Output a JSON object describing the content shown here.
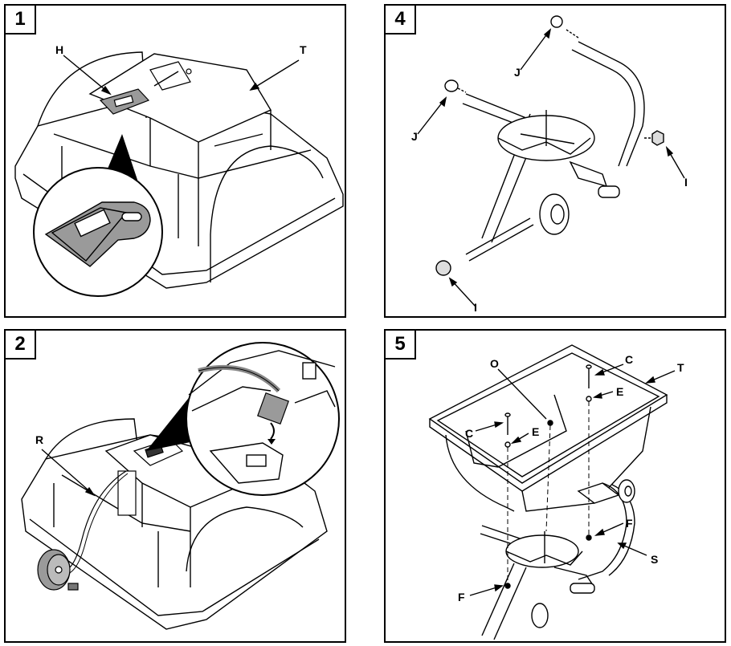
{
  "panels": [
    {
      "step": "1",
      "labels": {
        "H": "H",
        "T": "T"
      }
    },
    {
      "step": "4",
      "labels": {
        "J1": "J",
        "J2": "J",
        "I1": "I",
        "I2": "I"
      }
    },
    {
      "step": "2",
      "labels": {
        "R": "R"
      }
    },
    {
      "step": "5",
      "labels": {
        "O": "O",
        "C1": "C",
        "T": "T",
        "E1": "E",
        "C2": "C",
        "E2": "E",
        "F1": "F",
        "S": "S",
        "F2": "F"
      }
    }
  ],
  "colors": {
    "line": "#000000",
    "grey_fill": "#9a9a9a",
    "background": "#ffffff"
  }
}
